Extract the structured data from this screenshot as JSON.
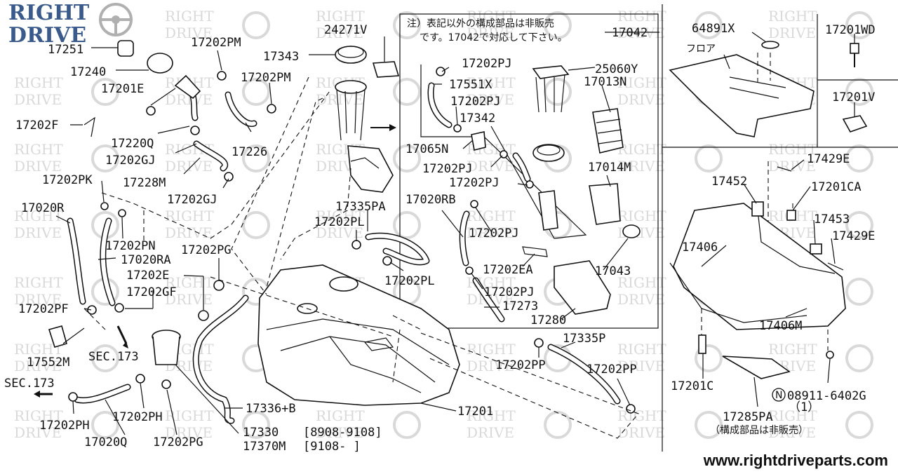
{
  "brand": {
    "logo_line1": "RIGHT",
    "logo_line2": "DRIVE",
    "watermark_line1": "RIGHT",
    "watermark_line2": "DRIVE",
    "footer_url": "www.rightdriveparts.com",
    "colors": {
      "logo_blue": "#3a5a8c",
      "watermark_gray": "#d9d9d9",
      "ink": "#111111"
    }
  },
  "notes": {
    "jp_note_line1": "注）表記以外の構成部品は非販売",
    "jp_note_line2": "です。17042で対応して下さい。",
    "floor_label": "フロア",
    "not_sold_note": "（構成部品は非販売）"
  },
  "labels": {
    "p17251": "17251",
    "p17240": "17240",
    "p17201E": "17201E",
    "p17202PM_a": "17202PM",
    "p17202PM_b": "17202PM",
    "p17202F": "17202F",
    "p17220Q": "17220Q",
    "p17202GJ_a": "17202GJ",
    "p17226": "17226",
    "p17228M": "17228M",
    "p17202GJ_b": "17202GJ",
    "p24271V": "24271V",
    "p17343": "17343",
    "p17042": "17042",
    "p17202PJ_a": "17202PJ",
    "p25060Y": "25060Y",
    "p17551X": "17551X",
    "p17013N": "17013N",
    "p17202PJ_b": "17202PJ",
    "p17342": "17342",
    "p17065N": "17065N",
    "p17202PJ_c": "17202PJ",
    "p17014M": "17014M",
    "p17202PJ_d": "17202PJ",
    "p17020RB": "17020RB",
    "p17202PJ_e": "17202PJ",
    "p17202EA": "17202EA",
    "p17043": "17043",
    "p17202PJ_f": "17202PJ",
    "p17273": "17273",
    "p17280": "17280",
    "p17202PK": "17202PK",
    "p17020R": "17020R",
    "p17202PN": "17202PN",
    "p17020RA": "17020RA",
    "p17202PG_a": "17202PG",
    "p17202E": "17202E",
    "p17202GF": "17202GF",
    "p17202PF": "17202PF",
    "p17335PA": "17335PA",
    "p17202PL_a": "17202PL",
    "p17202PL_b": "17202PL",
    "p17552M": "17552M",
    "pSEC173_a": "SEC.173",
    "pSEC173_b": "SEC.173",
    "p17202PH_a": "17202PH",
    "p17202PH_b": "17202PH",
    "p17020Q": "17020Q",
    "p17202PG_b": "17202PG",
    "p17336B": "17336+B",
    "p17330": "17330",
    "p17330_date": "[8908-9108]",
    "p17370M": "17370M",
    "p17370M_date": "[9108-    ]",
    "p17201": "17201",
    "p17335P": "17335P",
    "p17202PP_a": "17202PP",
    "p17202PP_b": "17202PP",
    "p64891X": "64891X",
    "p17201WD": "17201WD",
    "p17201V": "17201V",
    "p17429E_a": "17429E",
    "p17452": "17452",
    "p17201CA": "17201CA",
    "p17453": "17453",
    "p17429E_b": "17429E",
    "p17406": "17406",
    "p17406M": "17406M",
    "p17201C": "17201C",
    "p08911": "08911-6402G",
    "p08911_prefix": "N",
    "p08911_qty": "（1）",
    "p17285PA": "17285PA"
  }
}
